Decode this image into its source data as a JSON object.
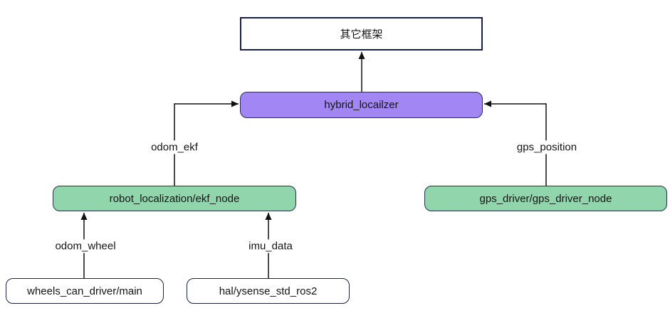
{
  "diagram": {
    "nodes": {
      "other_framework": {
        "label": "其它框架",
        "fill": "#ffffff",
        "shape": "rectangle"
      },
      "hybrid_localizer": {
        "label": "hybrid_locailzer",
        "fill": "#a287f4",
        "shape": "rounded"
      },
      "ekf_node": {
        "label": "robot_localization/ekf_node",
        "fill": "#90d5ab",
        "shape": "rounded"
      },
      "gps_driver_node": {
        "label": "gps_driver/gps_driver_node",
        "fill": "#90d5ab",
        "shape": "rounded"
      },
      "wheels_can_driver": {
        "label": "wheels_can_driver/main",
        "fill": "#ffffff",
        "shape": "rounded"
      },
      "hal_ysense": {
        "label": "hal/ysense_std_ros2",
        "fill": "#ffffff",
        "shape": "rounded"
      }
    },
    "edges": [
      {
        "from": "hybrid_localizer",
        "to": "other_framework",
        "label": ""
      },
      {
        "from": "ekf_node",
        "to": "hybrid_localizer",
        "label": "odom_ekf"
      },
      {
        "from": "gps_driver_node",
        "to": "hybrid_localizer",
        "label": "gps_position"
      },
      {
        "from": "wheels_can_driver",
        "to": "ekf_node",
        "label": "odom_wheel"
      },
      {
        "from": "hal_ysense",
        "to": "ekf_node",
        "label": "imu_data"
      }
    ],
    "colors": {
      "node_purple": "#a287f4",
      "node_green": "#90d5ab",
      "node_white": "#ffffff",
      "border_navy": "#16214a",
      "border_slate": "#23304f",
      "line": "#111111",
      "text": "#141414",
      "background": "#ffffff"
    }
  }
}
